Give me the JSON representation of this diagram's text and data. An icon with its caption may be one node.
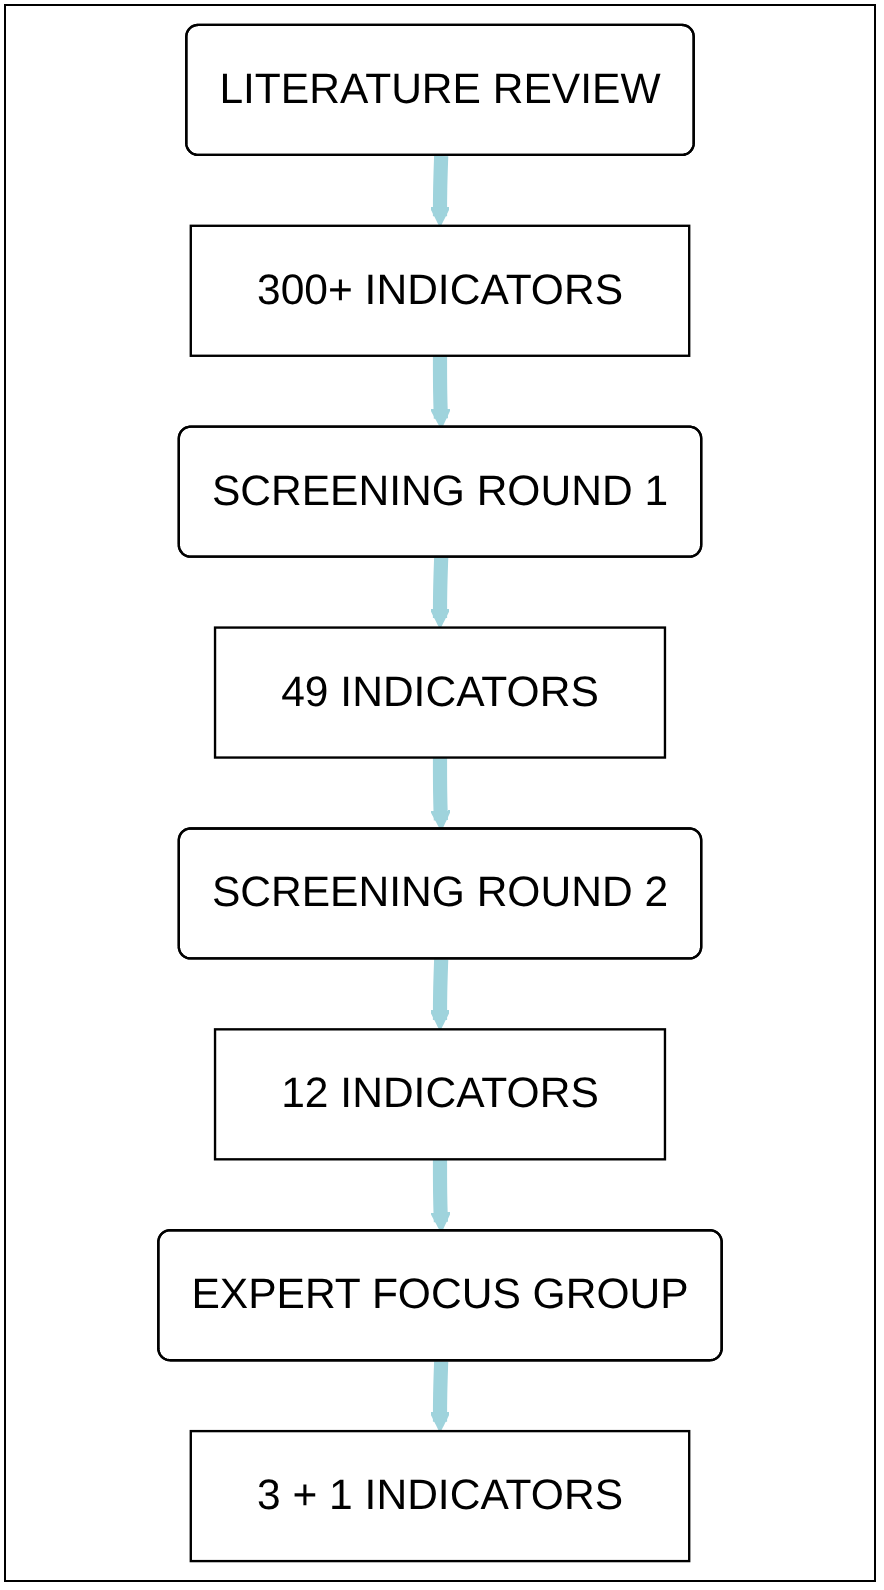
{
  "diagram": {
    "nodes": [
      {
        "text": [
          "LITERATURE REVIEW"
        ]
      },
      {
        "text": [
          "300+ INDICATORS"
        ]
      },
      {
        "text": [
          "SCREENING ROUND 1"
        ]
      },
      {
        "text": [
          "49 INDICATORS"
        ]
      },
      {
        "text": [
          "SCREENING ROUND 2"
        ]
      },
      {
        "text": [
          "12 INDICATORS"
        ]
      },
      {
        "text": [
          "EXPERT FOCUS GROUP"
        ]
      },
      {
        "text": [
          "3 + 1 INDICATORS"
        ]
      }
    ],
    "edges": [
      {
        "from": 0,
        "to": 1,
        "arrow": "to"
      },
      {
        "from": 1,
        "to": 2,
        "arrow": "to"
      },
      {
        "from": 2,
        "to": 3,
        "arrow": "to"
      },
      {
        "from": 3,
        "to": 4,
        "arrow": "to"
      },
      {
        "from": 4,
        "to": 5,
        "arrow": "to"
      },
      {
        "from": 5,
        "to": 6,
        "arrow": "to"
      },
      {
        "from": 6,
        "to": 7,
        "arrow": "to"
      }
    ]
  }
}
